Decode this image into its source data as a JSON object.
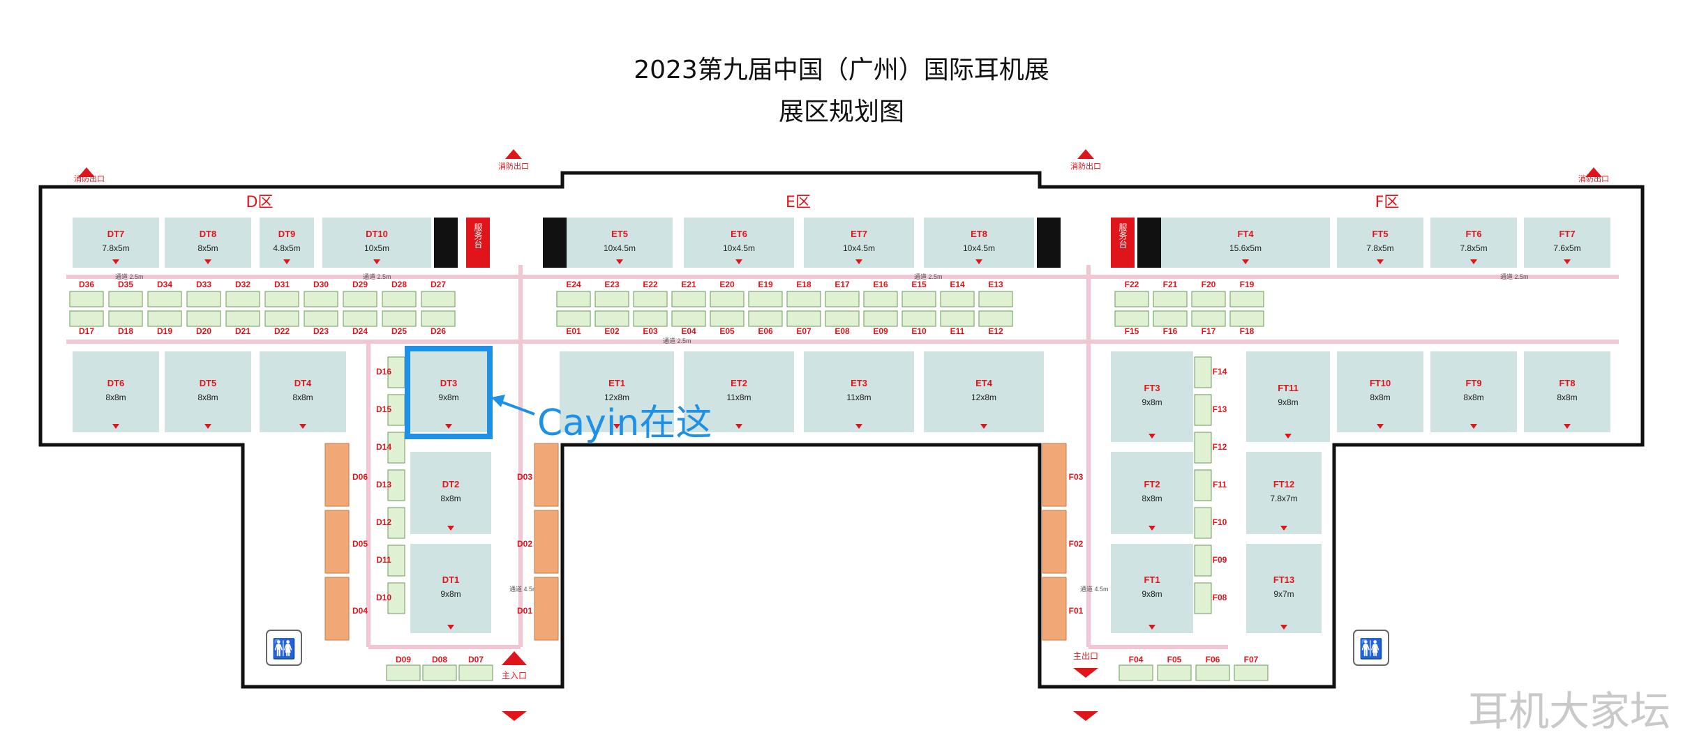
{
  "title": {
    "line1": "2023第九届中国（广州）国际耳机展",
    "line2": "展区规划图"
  },
  "zones": {
    "d": "D区",
    "e": "E区",
    "f": "F区"
  },
  "exits": {
    "fire_exit": "消防出口",
    "main_entrance": "主入口",
    "main_exit": "主出口"
  },
  "service_desk": "服务台",
  "aisle_labels": {
    "a2_5": "通道 2.5m",
    "a4_5": "通道 4.5m"
  },
  "callout": {
    "text": "Cayin在这"
  },
  "watermark": "耳机大家坛",
  "booths_large": [
    {
      "id": "DT7",
      "size": "7.8x5m"
    },
    {
      "id": "DT8",
      "size": "8x5m"
    },
    {
      "id": "DT9",
      "size": "4.8x5m"
    },
    {
      "id": "DT10",
      "size": "10x5m"
    },
    {
      "id": "DT6",
      "size": "8x8m"
    },
    {
      "id": "DT5",
      "size": "8x8m"
    },
    {
      "id": "DT4",
      "size": "8x8m"
    },
    {
      "id": "DT3",
      "size": "9x8m"
    },
    {
      "id": "DT2",
      "size": "8x8m"
    },
    {
      "id": "DT1",
      "size": "9x8m"
    },
    {
      "id": "ET5",
      "size": "10x4.5m"
    },
    {
      "id": "ET6",
      "size": "10x4.5m"
    },
    {
      "id": "ET7",
      "size": "10x4.5m"
    },
    {
      "id": "ET8",
      "size": "10x4.5m"
    },
    {
      "id": "ET1",
      "size": "12x8m"
    },
    {
      "id": "ET2",
      "size": "11x8m"
    },
    {
      "id": "ET3",
      "size": "11x8m"
    },
    {
      "id": "ET4",
      "size": "12x8m"
    },
    {
      "id": "FT4",
      "size": "15.6x5m"
    },
    {
      "id": "FT5",
      "size": "7.8x5m"
    },
    {
      "id": "FT6",
      "size": "7.8x5m"
    },
    {
      "id": "FT7",
      "size": "7.6x5m"
    },
    {
      "id": "FT3",
      "size": "9x8m"
    },
    {
      "id": "FT11",
      "size": "9x8m"
    },
    {
      "id": "FT10",
      "size": "8x8m"
    },
    {
      "id": "FT9",
      "size": "8x8m"
    },
    {
      "id": "FT8",
      "size": "8x8m"
    },
    {
      "id": "FT2",
      "size": "8x8m"
    },
    {
      "id": "FT12",
      "size": "7.8x7m"
    },
    {
      "id": "FT1",
      "size": "9x8m"
    },
    {
      "id": "FT13",
      "size": "9x7m"
    }
  ],
  "tables": {
    "d_row_top": [
      "D36",
      "D35",
      "D34",
      "D33",
      "D32",
      "D31",
      "D30",
      "D29",
      "D28",
      "D27"
    ],
    "d_row_bottom": [
      "D17",
      "D18",
      "D19",
      "D20",
      "D21",
      "D22",
      "D23",
      "D24",
      "D25",
      "D26"
    ],
    "e_row_top": [
      "E24",
      "E23",
      "E22",
      "E21",
      "E20",
      "E19",
      "E18",
      "E17",
      "E16",
      "E15",
      "E14",
      "E13"
    ],
    "e_row_bottom": [
      "E01",
      "E02",
      "E03",
      "E04",
      "E05",
      "E06",
      "E07",
      "E08",
      "E09",
      "E10",
      "E11",
      "E12"
    ],
    "f_row_top": [
      "F22",
      "F21",
      "F20",
      "F19"
    ],
    "f_row_bottom": [
      "F15",
      "F16",
      "F17",
      "F18"
    ],
    "d_column": [
      "D16",
      "D15",
      "D14",
      "D13",
      "D12",
      "D11",
      "D10"
    ],
    "d_bottom": [
      "D09",
      "D08",
      "D07"
    ],
    "f_column": [
      "F14",
      "F13",
      "F12",
      "F11",
      "F10",
      "F09",
      "F08"
    ],
    "f_bottom": [
      "F04",
      "F05",
      "F06",
      "F07"
    ]
  },
  "orange_booths": {
    "left": [
      "D06",
      "D05",
      "D04"
    ],
    "right_d": [
      "D03",
      "D02",
      "D01"
    ],
    "f": [
      "F03",
      "F02",
      "F01"
    ]
  },
  "colors": {
    "booth": "#cfe3e3",
    "label_red": "#e0141b",
    "orange": "#f0a877",
    "table_green": "#dff0d3",
    "aisle_pink": "#f3c6d3",
    "callout_blue": "#1e90e6"
  }
}
